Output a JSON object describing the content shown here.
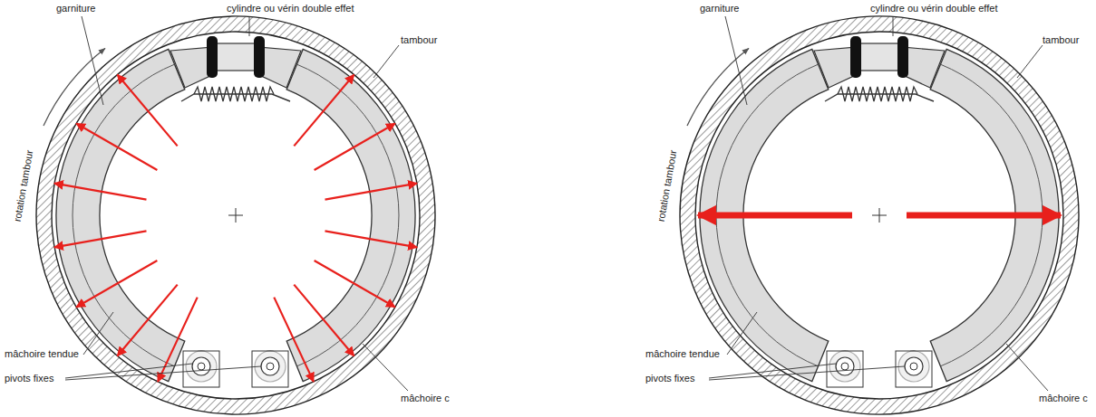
{
  "diagram": {
    "labels": [
      "garniture",
      "cylindre ou vérin double effet",
      "tambour",
      "rotation tambour",
      "mâchoire tendue",
      "pivots fixes",
      "mâchoire c",
      "garniture",
      "cylindre ou vérin double effet",
      "tambour",
      "rotation tambour",
      "mâchoire tendue",
      "pivots fixes",
      "mâchoire c"
    ]
  }
}
